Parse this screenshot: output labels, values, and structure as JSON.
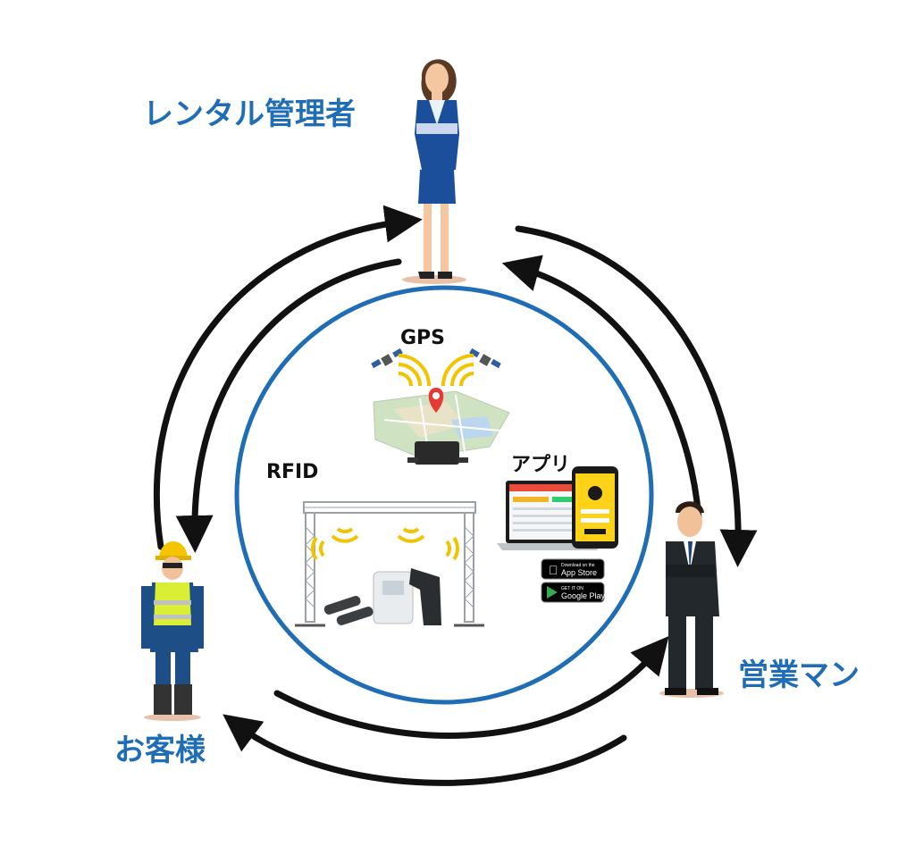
{
  "roles": {
    "manager": "レンタル管理者",
    "sales": "営業マン",
    "customer": "お客様"
  },
  "tech": {
    "gps": "GPS",
    "rfid": "RFID",
    "app": "アプリ"
  },
  "store_badges": {
    "apple_small": "Download on the",
    "apple_big": "App Store",
    "google_small": "GET IT ON",
    "google_big": "Google Play"
  },
  "colors": {
    "circle": "#1f6db5",
    "label": "#1f6db5",
    "arrow": "#111111",
    "signal": "#f2c300"
  }
}
